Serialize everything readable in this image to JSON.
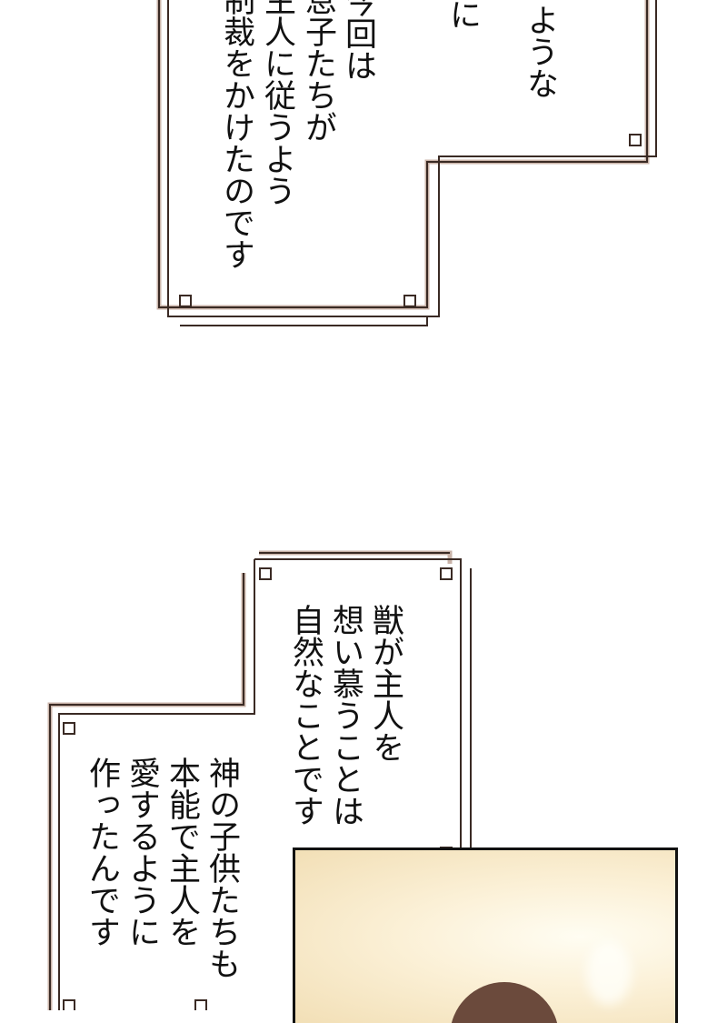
{
  "caption_top": {
    "lines": [
      "ような",
      "に",
      "今回は",
      "息子たちが",
      "主人に従うよう",
      "制裁をかけたのです"
    ]
  },
  "caption_upper": {
    "lines": [
      "獣が主人を",
      "想い慕うことは",
      "自然なことです"
    ]
  },
  "caption_lower": {
    "lines": [
      "神の子供たちも",
      "本能で主人を",
      "愛するように",
      "作ったんです"
    ]
  },
  "colors": {
    "frame": "#3a2a24",
    "frame_shadow": "#c9b3a8",
    "panel_bg": "#f8ebcd"
  }
}
